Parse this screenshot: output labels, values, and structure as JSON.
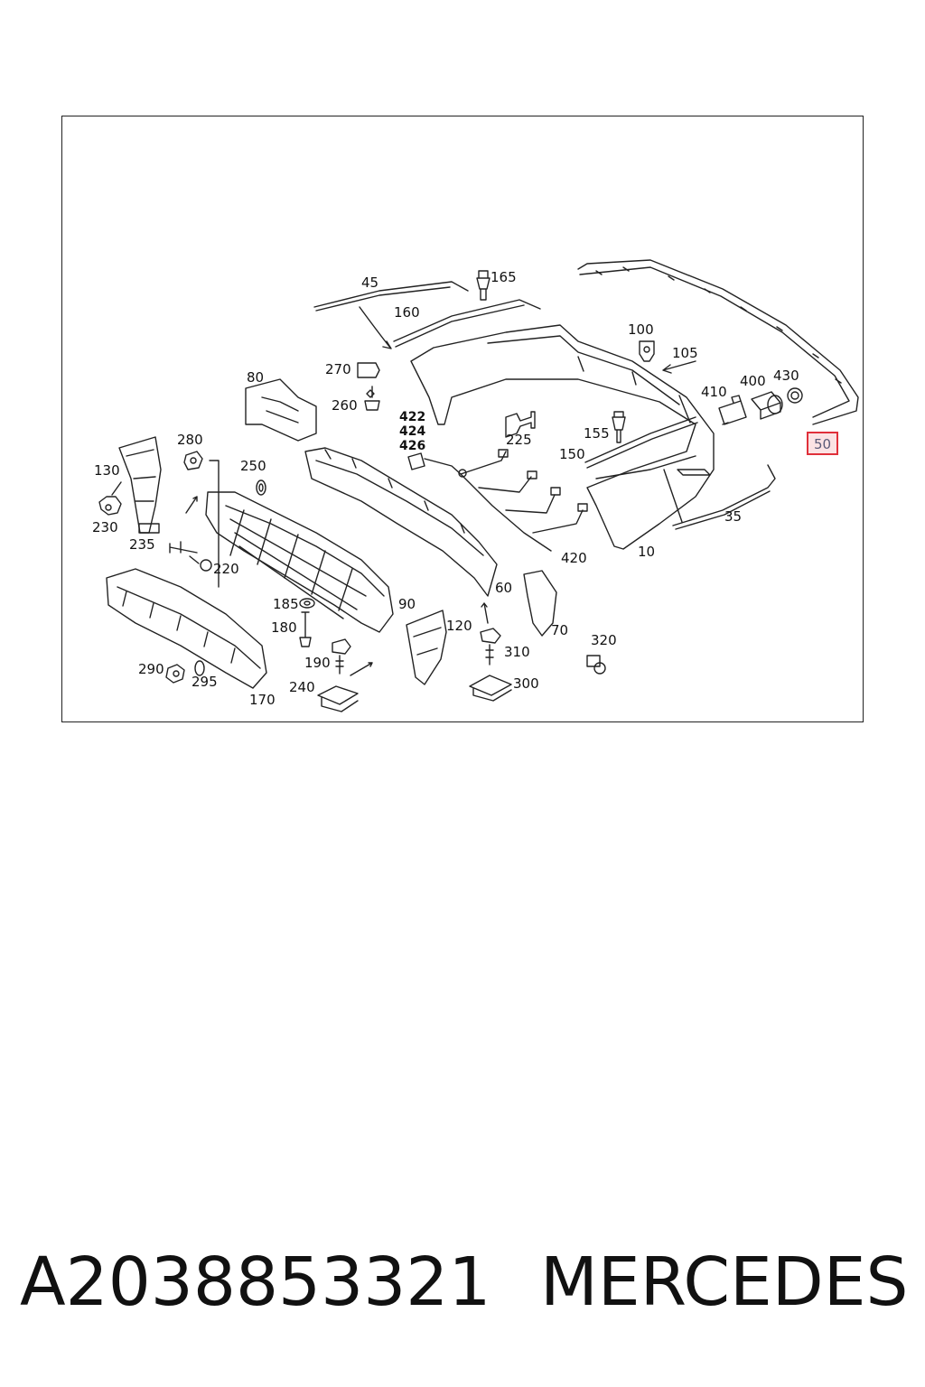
{
  "diagram": {
    "callouts": [
      {
        "id": "c45",
        "text": "45"
      },
      {
        "id": "c165",
        "text": "165"
      },
      {
        "id": "c160",
        "text": "160"
      },
      {
        "id": "c100",
        "text": "100"
      },
      {
        "id": "c105",
        "text": "105"
      },
      {
        "id": "c80",
        "text": "80"
      },
      {
        "id": "c270",
        "text": "270"
      },
      {
        "id": "c260",
        "text": "260"
      },
      {
        "id": "c422",
        "text": "422"
      },
      {
        "id": "c424",
        "text": "424"
      },
      {
        "id": "c426",
        "text": "426"
      },
      {
        "id": "c225",
        "text": "225"
      },
      {
        "id": "c155",
        "text": "155"
      },
      {
        "id": "c150",
        "text": "150"
      },
      {
        "id": "c410",
        "text": "410"
      },
      {
        "id": "c400",
        "text": "400"
      },
      {
        "id": "c430",
        "text": "430"
      },
      {
        "id": "c280",
        "text": "280"
      },
      {
        "id": "c130",
        "text": "130"
      },
      {
        "id": "c250",
        "text": "250"
      },
      {
        "id": "c230",
        "text": "230"
      },
      {
        "id": "c235",
        "text": "235"
      },
      {
        "id": "c220",
        "text": "220"
      },
      {
        "id": "c35",
        "text": "35"
      },
      {
        "id": "c10",
        "text": "10"
      },
      {
        "id": "c420",
        "text": "420"
      },
      {
        "id": "c60",
        "text": "60"
      },
      {
        "id": "c185",
        "text": "185"
      },
      {
        "id": "c90",
        "text": "90"
      },
      {
        "id": "c180",
        "text": "180"
      },
      {
        "id": "c120",
        "text": "120"
      },
      {
        "id": "c70",
        "text": "70"
      },
      {
        "id": "c310",
        "text": "310"
      },
      {
        "id": "c320",
        "text": "320"
      },
      {
        "id": "c190",
        "text": "190"
      },
      {
        "id": "c290",
        "text": "290"
      },
      {
        "id": "c295",
        "text": "295"
      },
      {
        "id": "c240",
        "text": "240"
      },
      {
        "id": "c300",
        "text": "300"
      },
      {
        "id": "c170",
        "text": "170"
      }
    ],
    "highlighted_callout": "50",
    "highlight_color": "#e0303a",
    "line_color": "#222222"
  },
  "footer": {
    "part_number": "A2038853321",
    "brand": "MERCEDES"
  }
}
